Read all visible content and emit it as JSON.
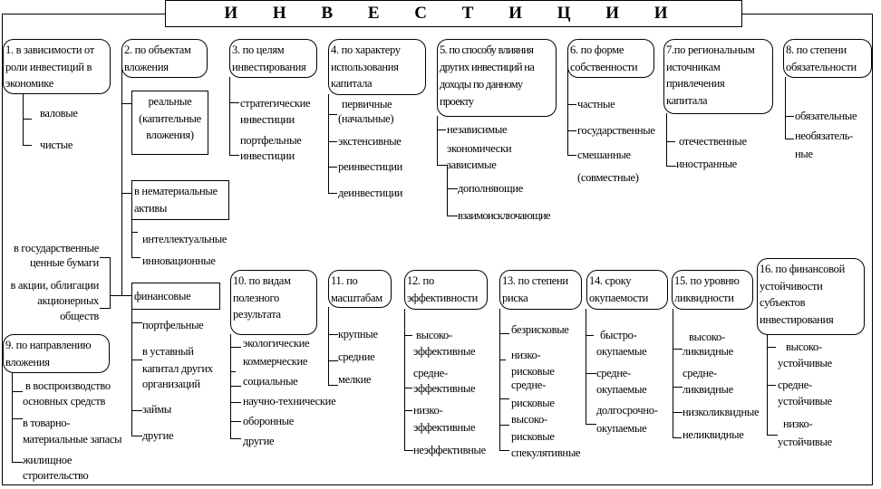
{
  "title": "И Н В Е С Т И Ц И И",
  "groups": {
    "g1": {
      "label": [
        "1. в зависимости от",
        "роли инвестиций в",
        "экономике"
      ],
      "items": [
        "валовые",
        "чистые"
      ]
    },
    "g2": {
      "label": [
        "2. по объектам",
        "вложения"
      ],
      "real": [
        "реальные",
        "(капительные",
        "вложения)"
      ],
      "intangible": [
        "в нематериальные",
        "активы"
      ],
      "intangible_items": [
        "интеллектуальные",
        "инновационные"
      ],
      "financial": "финансовые",
      "financial_items": [
        "портфельные",
        "в уставный",
        "капитал других",
        "организаций",
        "займы",
        "другие"
      ],
      "securities": [
        "в государственные",
        "ценные бумаги",
        "в акции, облигации",
        "акционерных",
        "обществ"
      ]
    },
    "g3": {
      "label": [
        "3. по целям",
        "инвестирования"
      ],
      "items": [
        "стратегические",
        "инвестиции",
        "портфельные",
        "инвестиции"
      ]
    },
    "g4": {
      "label": [
        "4. по характеру",
        "использования",
        "капитала"
      ],
      "items": [
        "первичные",
        "(начальные)",
        "экстенсивные",
        "реинвестиции",
        "деинвестиции"
      ]
    },
    "g5": {
      "label": [
        "5. по способу влияния",
        "других инвестиций на",
        "доходы по данному",
        "проекту"
      ],
      "items": [
        "независимые",
        "экономически",
        "зависимые",
        "дополняющие",
        "взаимоисключающие"
      ]
    },
    "g6": {
      "label": [
        "6. по форме",
        "собственности"
      ],
      "items": [
        "частные",
        "государственные",
        "смешанные",
        "(совместные)"
      ]
    },
    "g7": {
      "label": [
        "7.по региональным",
        "источникам",
        "привлечения",
        "капитала"
      ],
      "items": [
        "отечественные",
        "иностранные"
      ]
    },
    "g8": {
      "label": [
        "8. по степени",
        "обязательности"
      ],
      "items": [
        "обязательные",
        "необязатель-",
        "ные"
      ]
    },
    "g9": {
      "label": [
        "9. по направлению",
        "вложения"
      ],
      "items": [
        "в воспроизводство",
        "основных средств",
        "в товарно-",
        "материальные запасы",
        "жилищное",
        "строительство"
      ]
    },
    "g10": {
      "label": [
        "10. по видам",
        "полезного",
        "результата"
      ],
      "items": [
        "экологические",
        "коммерческие",
        "социальные",
        "научно-технические",
        "оборонные",
        "другие"
      ]
    },
    "g11": {
      "label": [
        "11. по",
        "масштабам"
      ],
      "items": [
        "крупные",
        "средние",
        "мелкие"
      ]
    },
    "g12": {
      "label": [
        "12. по",
        "эффективности"
      ],
      "items": [
        "высоко-",
        "эффективные",
        "средне-",
        "эффективные",
        "низко-",
        "эффективные",
        "неэффективные"
      ]
    },
    "g13": {
      "label": [
        "13. по степени",
        "риска"
      ],
      "items": [
        "безрисковые",
        "низко-",
        "рисковые",
        "средне-",
        "рисковые",
        "высоко-",
        "рисковые",
        "спекулятивные"
      ]
    },
    "g14": {
      "label": [
        "14. сроку",
        "окупаемости"
      ],
      "items": [
        "быстро-",
        "окупаемые",
        "средне-",
        "окупаемые",
        "долгосрочно-",
        "окупаемые"
      ]
    },
    "g15": {
      "label": [
        "15. по уровню",
        "ликвидности"
      ],
      "items": [
        "высоко-",
        "ликвидные",
        "средне-",
        "ликвидные",
        "низколиквидные",
        "неликвидные"
      ]
    },
    "g16": {
      "label": [
        "16. по финансовой",
        "устойчивости",
        "субъектов",
        "инвестирования"
      ],
      "items": [
        "высоко-",
        "устойчивые",
        "средне-",
        "устойчивые",
        "низко-",
        "устойчивые"
      ]
    }
  }
}
